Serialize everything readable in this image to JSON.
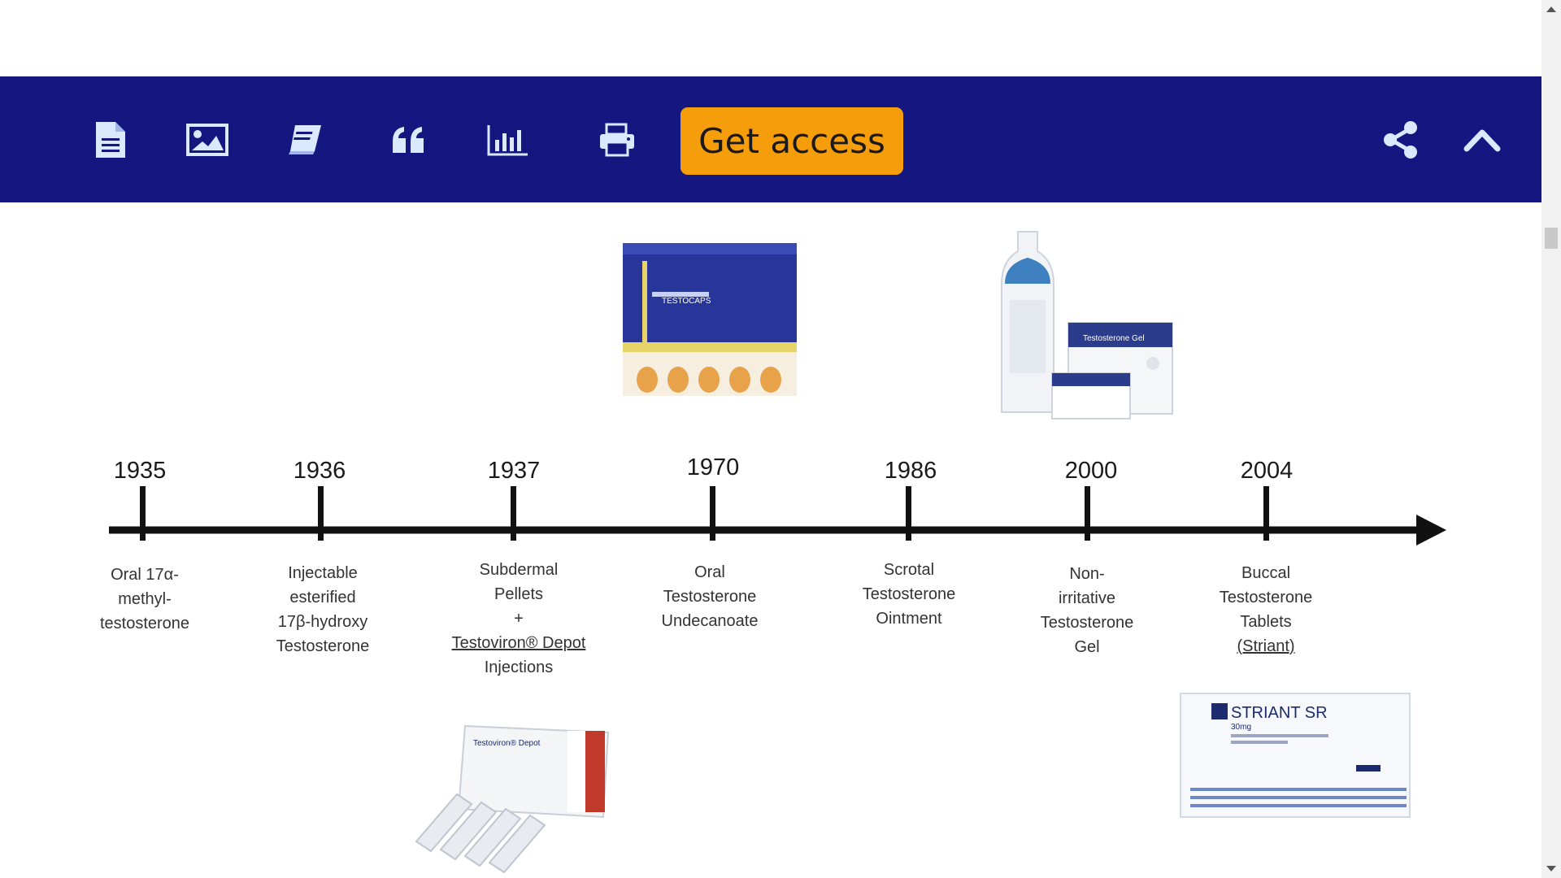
{
  "toolbar": {
    "background": "#13177f",
    "icons": [
      "article-icon",
      "figure-image-icon",
      "reference-book-icon",
      "cite-quote-icon",
      "metrics-chart-icon",
      "print-icon"
    ],
    "get_access_label": "Get access",
    "get_access_color": "#f59d0b",
    "share_icon": "share-icon",
    "up_icon": "chevron-up-icon"
  },
  "timeline": {
    "events": [
      {
        "year": "1935",
        "lines": [
          "Oral 17α-",
          "methyl-",
          "testosterone"
        ]
      },
      {
        "year": "1936",
        "lines": [
          "Injectable",
          "esterified",
          "17β-hydroxy",
          "Testosterone"
        ]
      },
      {
        "year": "1937",
        "lines": [
          "Subdermal",
          "Pellets",
          "+",
          "Testoviron® Depot",
          "Injections"
        ]
      },
      {
        "year": "1970",
        "lines": [
          "Oral",
          "Testosterone",
          "Undecanoate"
        ]
      },
      {
        "year": "1986",
        "lines": [
          "Scrotal",
          "Testosterone",
          "Ointment"
        ]
      },
      {
        "year": "2000",
        "lines": [
          "Non-",
          "irritative",
          "Testosterone",
          "Gel"
        ]
      },
      {
        "year": "2004",
        "lines": [
          "Buccal",
          "Testosterone",
          "Tablets",
          "(Striant)"
        ]
      }
    ],
    "images": {
      "oral_pack": "TESTOCAPS",
      "gel_pack": "Testosterone Gel",
      "depot": "Testoviron® Depot",
      "striant_brand": "STRIANT SR",
      "striant_sub": "30mg"
    }
  }
}
